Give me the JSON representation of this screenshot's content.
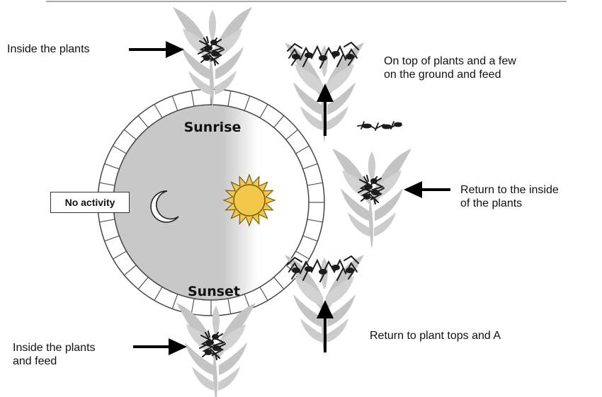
{
  "clock": {
    "top_label": "Sunrise",
    "bottom_label": "Sunset",
    "night_box": "No activity"
  },
  "annotations": {
    "top_left": "Inside the plants",
    "top_right": "On top of plants and a few\non the ground and feed",
    "right": "Return to the inside\nof the plants",
    "bottom_right": "Return to plant tops and A",
    "bottom_left": "Inside the plants\nand feed"
  },
  "colors": {
    "night_shade": "#c8c8c8",
    "plant": "#c4c4c4",
    "insects": "#1c1c1c",
    "sun": "#f2c84b",
    "arrows": "#000000"
  },
  "icons": [
    "moon-icon",
    "sun-icon",
    "plant-icon",
    "insect-cluster-icon",
    "arrow-icon"
  ]
}
